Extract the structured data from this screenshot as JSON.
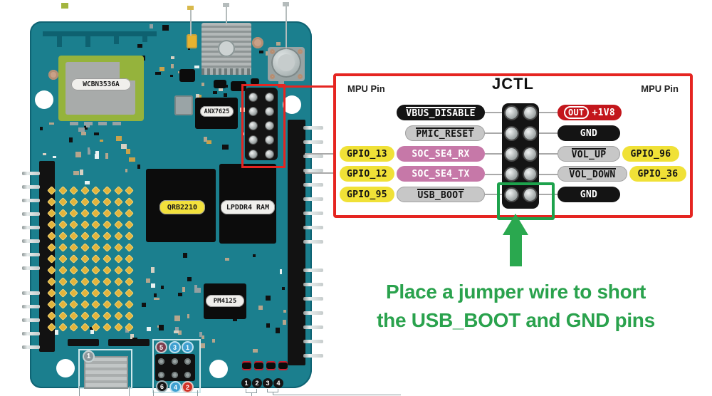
{
  "caption": {
    "line1": "Place a jumper wire to short",
    "line2": "the USB_BOOT and GND pins"
  },
  "callout": {
    "title": "JCTL",
    "mpu_left": "MPU Pin",
    "mpu_right": "MPU Pin",
    "rows": [
      {
        "gpio_left": "",
        "sig_left": "VBUS_DISABLE",
        "badge_right": "OUT",
        "sig_right": "+1V8",
        "gpio_right": ""
      },
      {
        "gpio_left": "",
        "sig_left": "PMIC_RESET",
        "sig_right": "GND",
        "gpio_right": ""
      },
      {
        "gpio_left": "GPIO_13",
        "sig_left": "SOC_SE4_RX",
        "sig_right": "VOL_UP",
        "gpio_right": "GPIO_96"
      },
      {
        "gpio_left": "GPIO_12",
        "sig_left": "SOC_SE4_TX",
        "sig_right": "VOL_DOWN",
        "gpio_right": "GPIO_36"
      },
      {
        "gpio_left": "GPIO_95",
        "sig_left": "USB_BOOT",
        "sig_right": "GND",
        "gpio_right": ""
      }
    ]
  },
  "board": {
    "wifi_module_label": "WCBN3536A",
    "bridge_label": "ANX7625",
    "soc_label": "QRB2210",
    "ram_label": "LPDDR4 RAM",
    "pmic_label": "PM4125",
    "usb_marker": "1",
    "header_top_markers": [
      "5",
      "3",
      "1"
    ],
    "header_bottom_markers": [
      "6",
      "4",
      "2"
    ],
    "switch_markers": [
      "1",
      "2",
      "3",
      "4"
    ]
  },
  "colors": {
    "pcb_teal": "#1b7f8e",
    "annotation_green": "#2aa24d",
    "callout_red": "#e52521",
    "pill_yellow": "#f0e137",
    "pill_pink": "#c678a8",
    "pill_gray": "#c7c7c7",
    "pill_black": "#141414",
    "pill_red": "#c3161c"
  }
}
